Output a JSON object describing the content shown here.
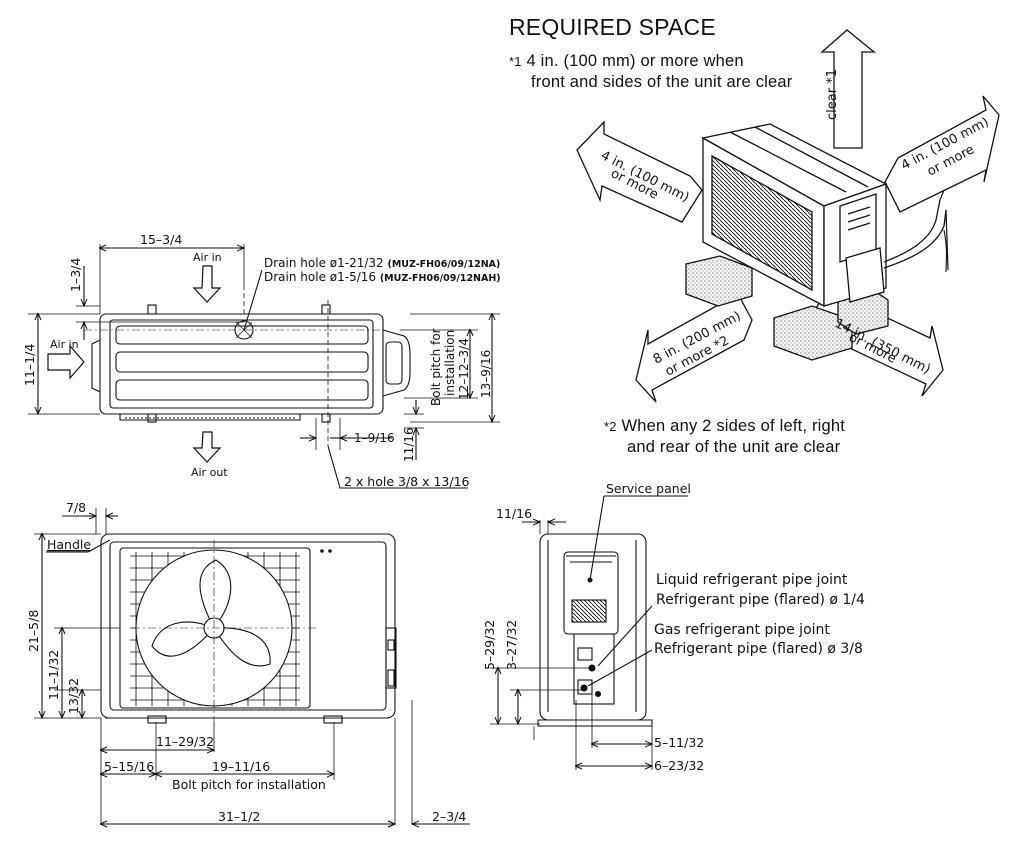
{
  "required_space": {
    "title": "REQUIRED SPACE",
    "note1_mark": "*1",
    "note1_line1": "4 in. (100 mm) or more when",
    "note1_line2": "front and sides of the unit are clear",
    "note2_mark": "*2",
    "note2_line1": "When any 2 sides of left, right",
    "note2_line2": "and rear of the unit are clear",
    "arrow_top": "clear *1",
    "arrow_left_1": "4 in. (100 mm)",
    "arrow_left_2": "or more",
    "arrow_right_1": "4 in. (100 mm)",
    "arrow_right_2": "or more",
    "arrow_front_left_1": "8 in. (200 mm)",
    "arrow_front_left_2": "or more *2",
    "arrow_front_right_1": "14 in. (350 mm)",
    "arrow_front_right_2": "or more"
  },
  "top_view": {
    "dim_width_top": "15–3/4",
    "dim_offset": "1–3/4",
    "dim_depth": "11–1/4",
    "air_in_top": "Air in",
    "air_in_left": "Air in",
    "air_out": "Air out",
    "drain1_prefix": "Drain hole  ø1-21/32",
    "drain1_model": "(MUZ-FH06/09/12NA)",
    "drain2_prefix": "Drain hole  ø1-5/16",
    "drain2_model": "(MUZ-FH06/09/12NAH)",
    "bolt_label_1": "Bolt pitch for",
    "bolt_label_2": "installation",
    "dim_bolt_pitch": "12–12–3/4",
    "dim_total_depth": "13–9/16",
    "dim_1_9_16": "1–9/16",
    "dim_11_16": "11/16",
    "hole_label": "2 x hole 3/8 x 13/16"
  },
  "front_view": {
    "dim_7_8": "7/8",
    "handle": "Handle",
    "dim_height": "21–5/8",
    "dim_11_1_32": "11–1/32",
    "dim_13_32": "13/32",
    "dim_11_29_32": "11–29/32",
    "dim_5_15_16": "5–15/16",
    "dim_19_11_16": "19–11/16",
    "bolt_label": "Bolt pitch for installation",
    "dim_31_1_2": "31–1/2",
    "dim_2_3_4": "2–3/4"
  },
  "side_view": {
    "dim_11_16": "11/16",
    "service_panel": "Service panel",
    "liquid_joint": "Liquid refrigerant pipe joint",
    "liquid_pipe": "Refrigerant pipe (flared) ø 1/4",
    "gas_joint": "Gas refrigerant pipe joint",
    "gas_pipe": "Refrigerant pipe (flared) ø 3/8",
    "dim_5_29_32": "5–29/32",
    "dim_3_27_32": "3–27/32",
    "dim_5_11_32": "5–11/32",
    "dim_6_23_32": "6–23/32"
  }
}
